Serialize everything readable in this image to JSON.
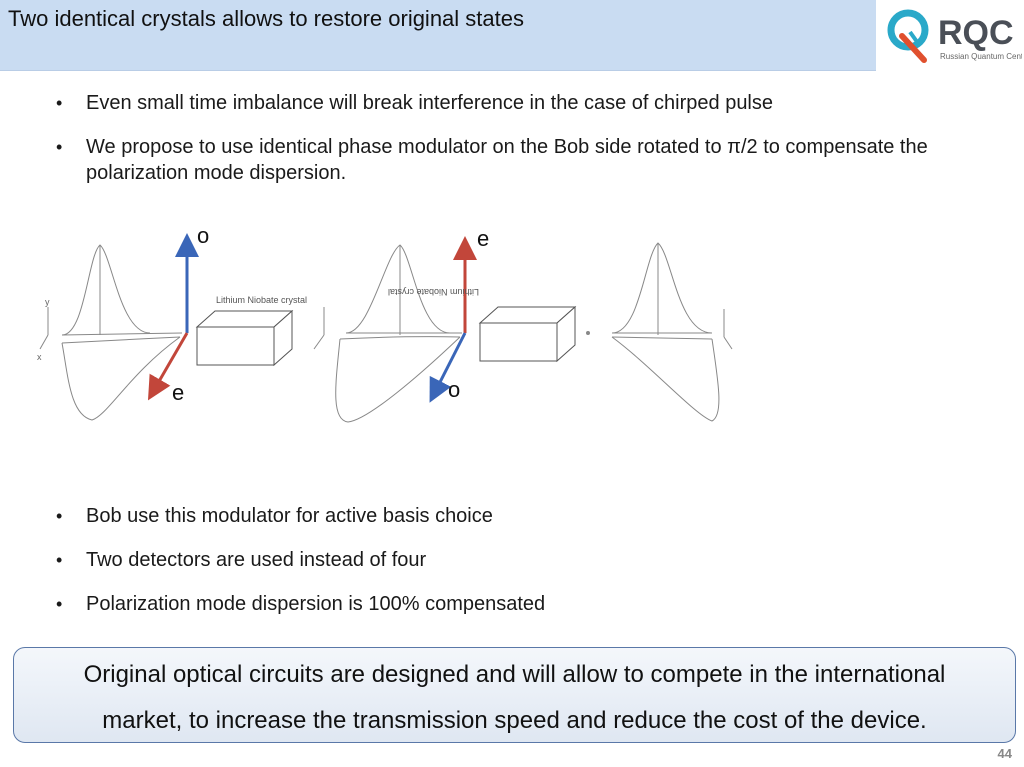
{
  "header": {
    "title": "Two identical crystals allows to restore original states"
  },
  "logo": {
    "text": "RQC",
    "subtitle": "Russian Quantum Center",
    "accent": "#2aa9c9"
  },
  "bullets_top": [
    "Even small time imbalance will break interference in the case of chirped pulse",
    "We propose to use identical phase modulator on the Bob side rotated to π/2 to compensate the polarization mode dispersion."
  ],
  "figure": {
    "crystal_label_1": "Lithium Niobate crystal",
    "crystal_label_2": "Lithium Niobate crystal",
    "axis_y": "y",
    "axis_x": "x",
    "arrow1": {
      "up_label": "o",
      "down_label": "e"
    },
    "arrow2": {
      "up_label": "e",
      "down_label": "o"
    },
    "colors": {
      "o_axis": "#3a66b8",
      "e_axis": "#c2463a",
      "sketch": "#888888"
    }
  },
  "bullets_bottom": [
    "Bob use this modulator for active basis choice",
    "Two detectors are used instead of four",
    "Polarization mode dispersion is 100% compensated"
  ],
  "summary": {
    "line1": "Original optical circuits are designed and will allow to compete in the international",
    "line2": "market, to increase the transmission speed and reduce the cost of the device."
  },
  "page_number": "44"
}
